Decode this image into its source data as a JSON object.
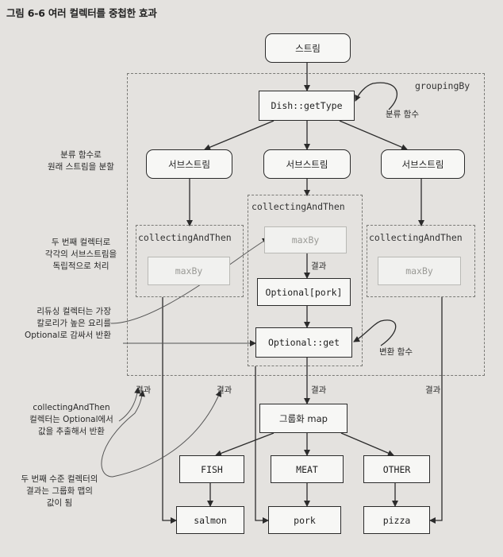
{
  "figure_title": "그림 6-6 여러 컬렉터를 중첩한 효과",
  "nodes": {
    "stream": "스트림",
    "get_type": "Dish::getType",
    "substream_1": "서브스트림",
    "substream_2": "서브스트림",
    "substream_3": "서브스트림",
    "max_by_left": "maxBy",
    "max_by_mid": "maxBy",
    "max_by_right": "maxBy",
    "optional_pork": "Optional[pork]",
    "optional_get": "Optional::get",
    "grouping_map": "그룹화 map",
    "fish": "FISH",
    "meat": "MEAT",
    "other": "OTHER",
    "salmon": "salmon",
    "pork": "pork",
    "pizza": "pizza"
  },
  "labels": {
    "grouping_by": "groupingBy",
    "classification_function": "분류 함수",
    "collecting_left": "collectingAndThen",
    "collecting_mid": "collectingAndThen",
    "collecting_right": "collectingAndThen",
    "result_mid": "결과",
    "result_left": "결과",
    "result_center_left": "결과",
    "result_center": "결과",
    "result_right": "결과",
    "transform_function": "변환 함수"
  },
  "notes": {
    "split": [
      "분류 함수로",
      "원래 스트림을 분할"
    ],
    "second_collector": [
      "두 번째 컬렉터로",
      "각각의 서브스트림을",
      "독립적으로 처리"
    ],
    "reducing": [
      "리듀싱 컬렉터는 가장",
      "칼로리가 높은 요리를",
      "Optional로 감싸서 반환"
    ],
    "collecting_and_then": [
      "collectingAndThen",
      "컬렉터는 Optional에서",
      "값을 추출해서 반환"
    ],
    "second_level": [
      "두 번째 수준 컬렉터의",
      "결과는 그룹화 맵의",
      "값이 됨"
    ]
  }
}
